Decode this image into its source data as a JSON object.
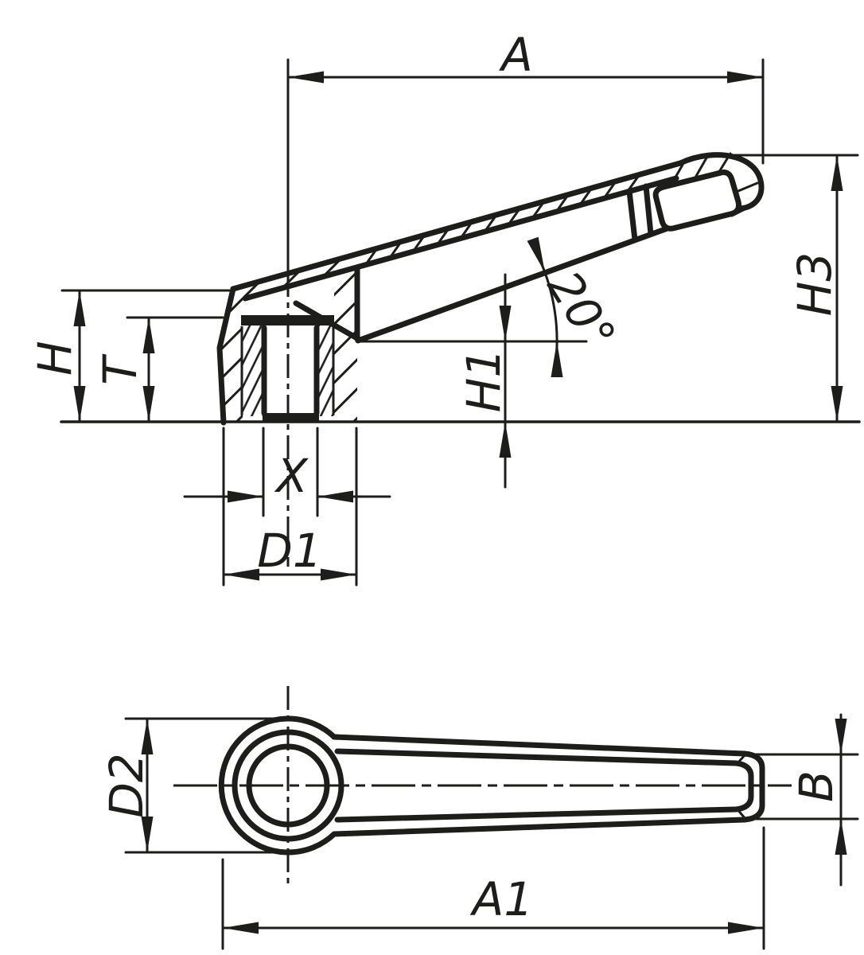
{
  "drawing": {
    "kind": "technical-dimension-drawing",
    "colors": {
      "line": "#1d1d1b",
      "background": "#ffffff"
    },
    "labels": {
      "A": "A",
      "H3": "H3",
      "H": "H",
      "T": "T",
      "H1": "H1",
      "angle": "20°",
      "X": "X",
      "D1": "D1",
      "D2": "D2",
      "B": "B",
      "A1": "A1"
    }
  }
}
